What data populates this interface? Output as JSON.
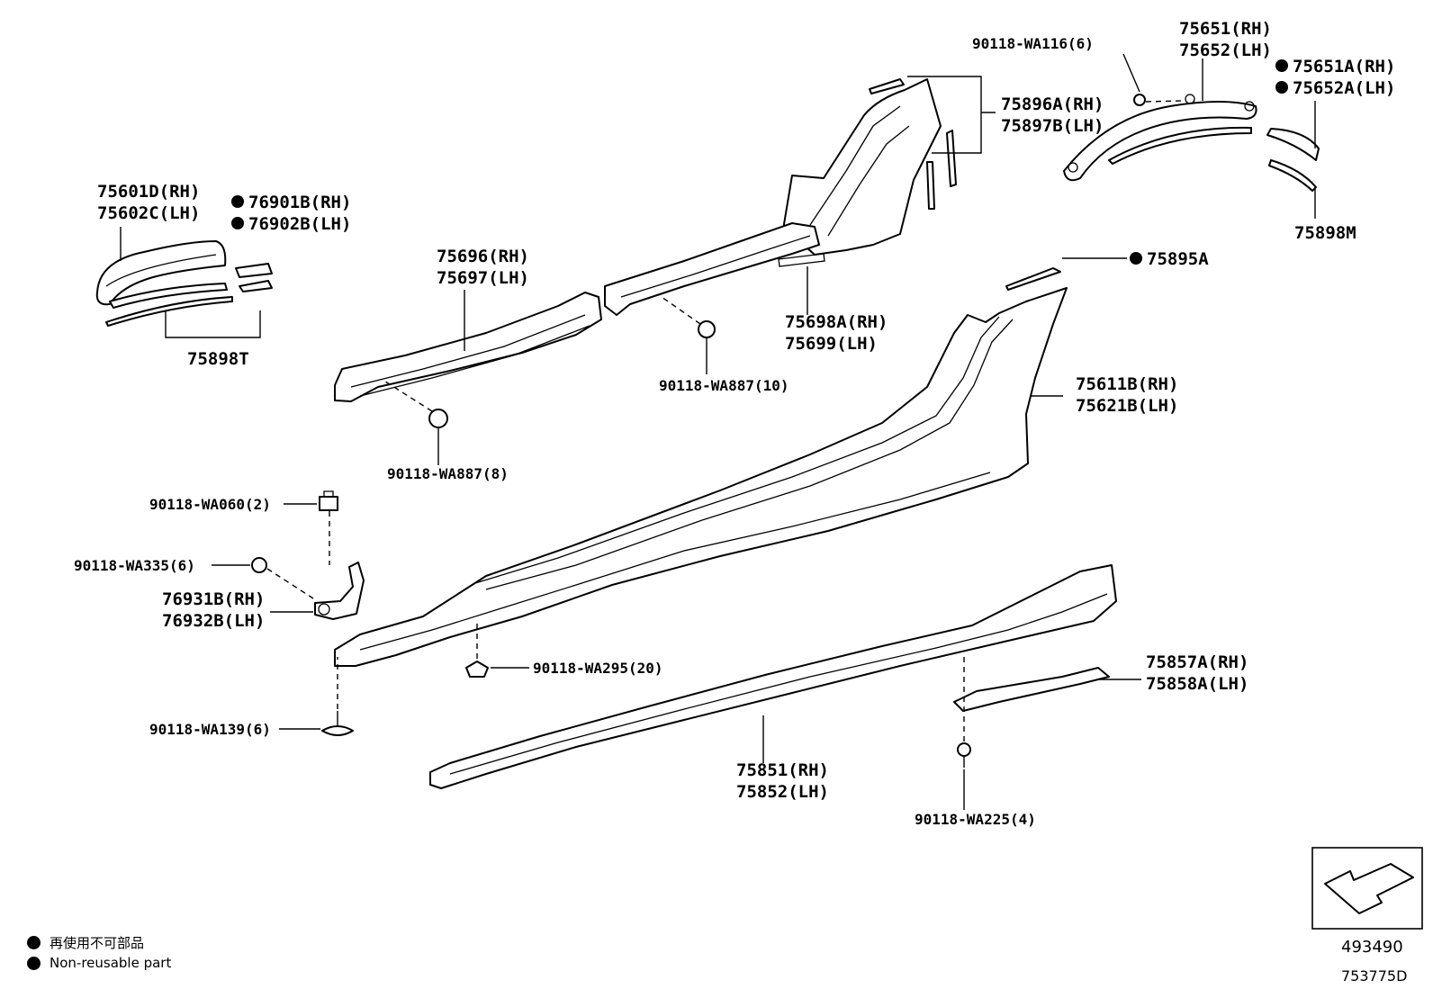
{
  "labels": {
    "p75651": "75651(RH)",
    "p75652": "75652(LH)",
    "p75651a": "75651A(RH)",
    "p75652a": "75652A(LH)",
    "p90118_wa116": "90118-WA116(6)",
    "p75896a": "75896A(RH)",
    "p75897b": "75897B(LH)",
    "p75898m": "75898M",
    "p75601d": "75601D(RH)",
    "p75602c": "75602C(LH)",
    "p76901b": "76901B(RH)",
    "p76902b": "76902B(LH)",
    "p75898t": "75898T",
    "p75696": "75696(RH)",
    "p75697": "75697(LH)",
    "p75895a": "75895A",
    "p75698a": "75698A(RH)",
    "p75699": "75699(LH)",
    "p90118_wa887_10": "90118-WA887(10)",
    "p90118_wa887_8": "90118-WA887(8)",
    "p75611b": "75611B(RH)",
    "p75621b": "75621B(LH)",
    "p90118_wa060": "90118-WA060(2)",
    "p90118_wa335": "90118-WA335(6)",
    "p76931b": "76931B(RH)",
    "p76932b": "76932B(LH)",
    "p90118_wa295": "90118-WA295(20)",
    "p90118_wa139": "90118-WA139(6)",
    "p75857a": "75857A(RH)",
    "p75858a": "75858A(LH)",
    "p75851": "75851(RH)",
    "p75852": "75852(LH)",
    "p90118_wa225": "90118-WA225(4)"
  },
  "legend": {
    "japanese": "再使用不可部品",
    "english": "Non-reusable part"
  },
  "view_box_code": "493490",
  "illustration_code": "753775D"
}
